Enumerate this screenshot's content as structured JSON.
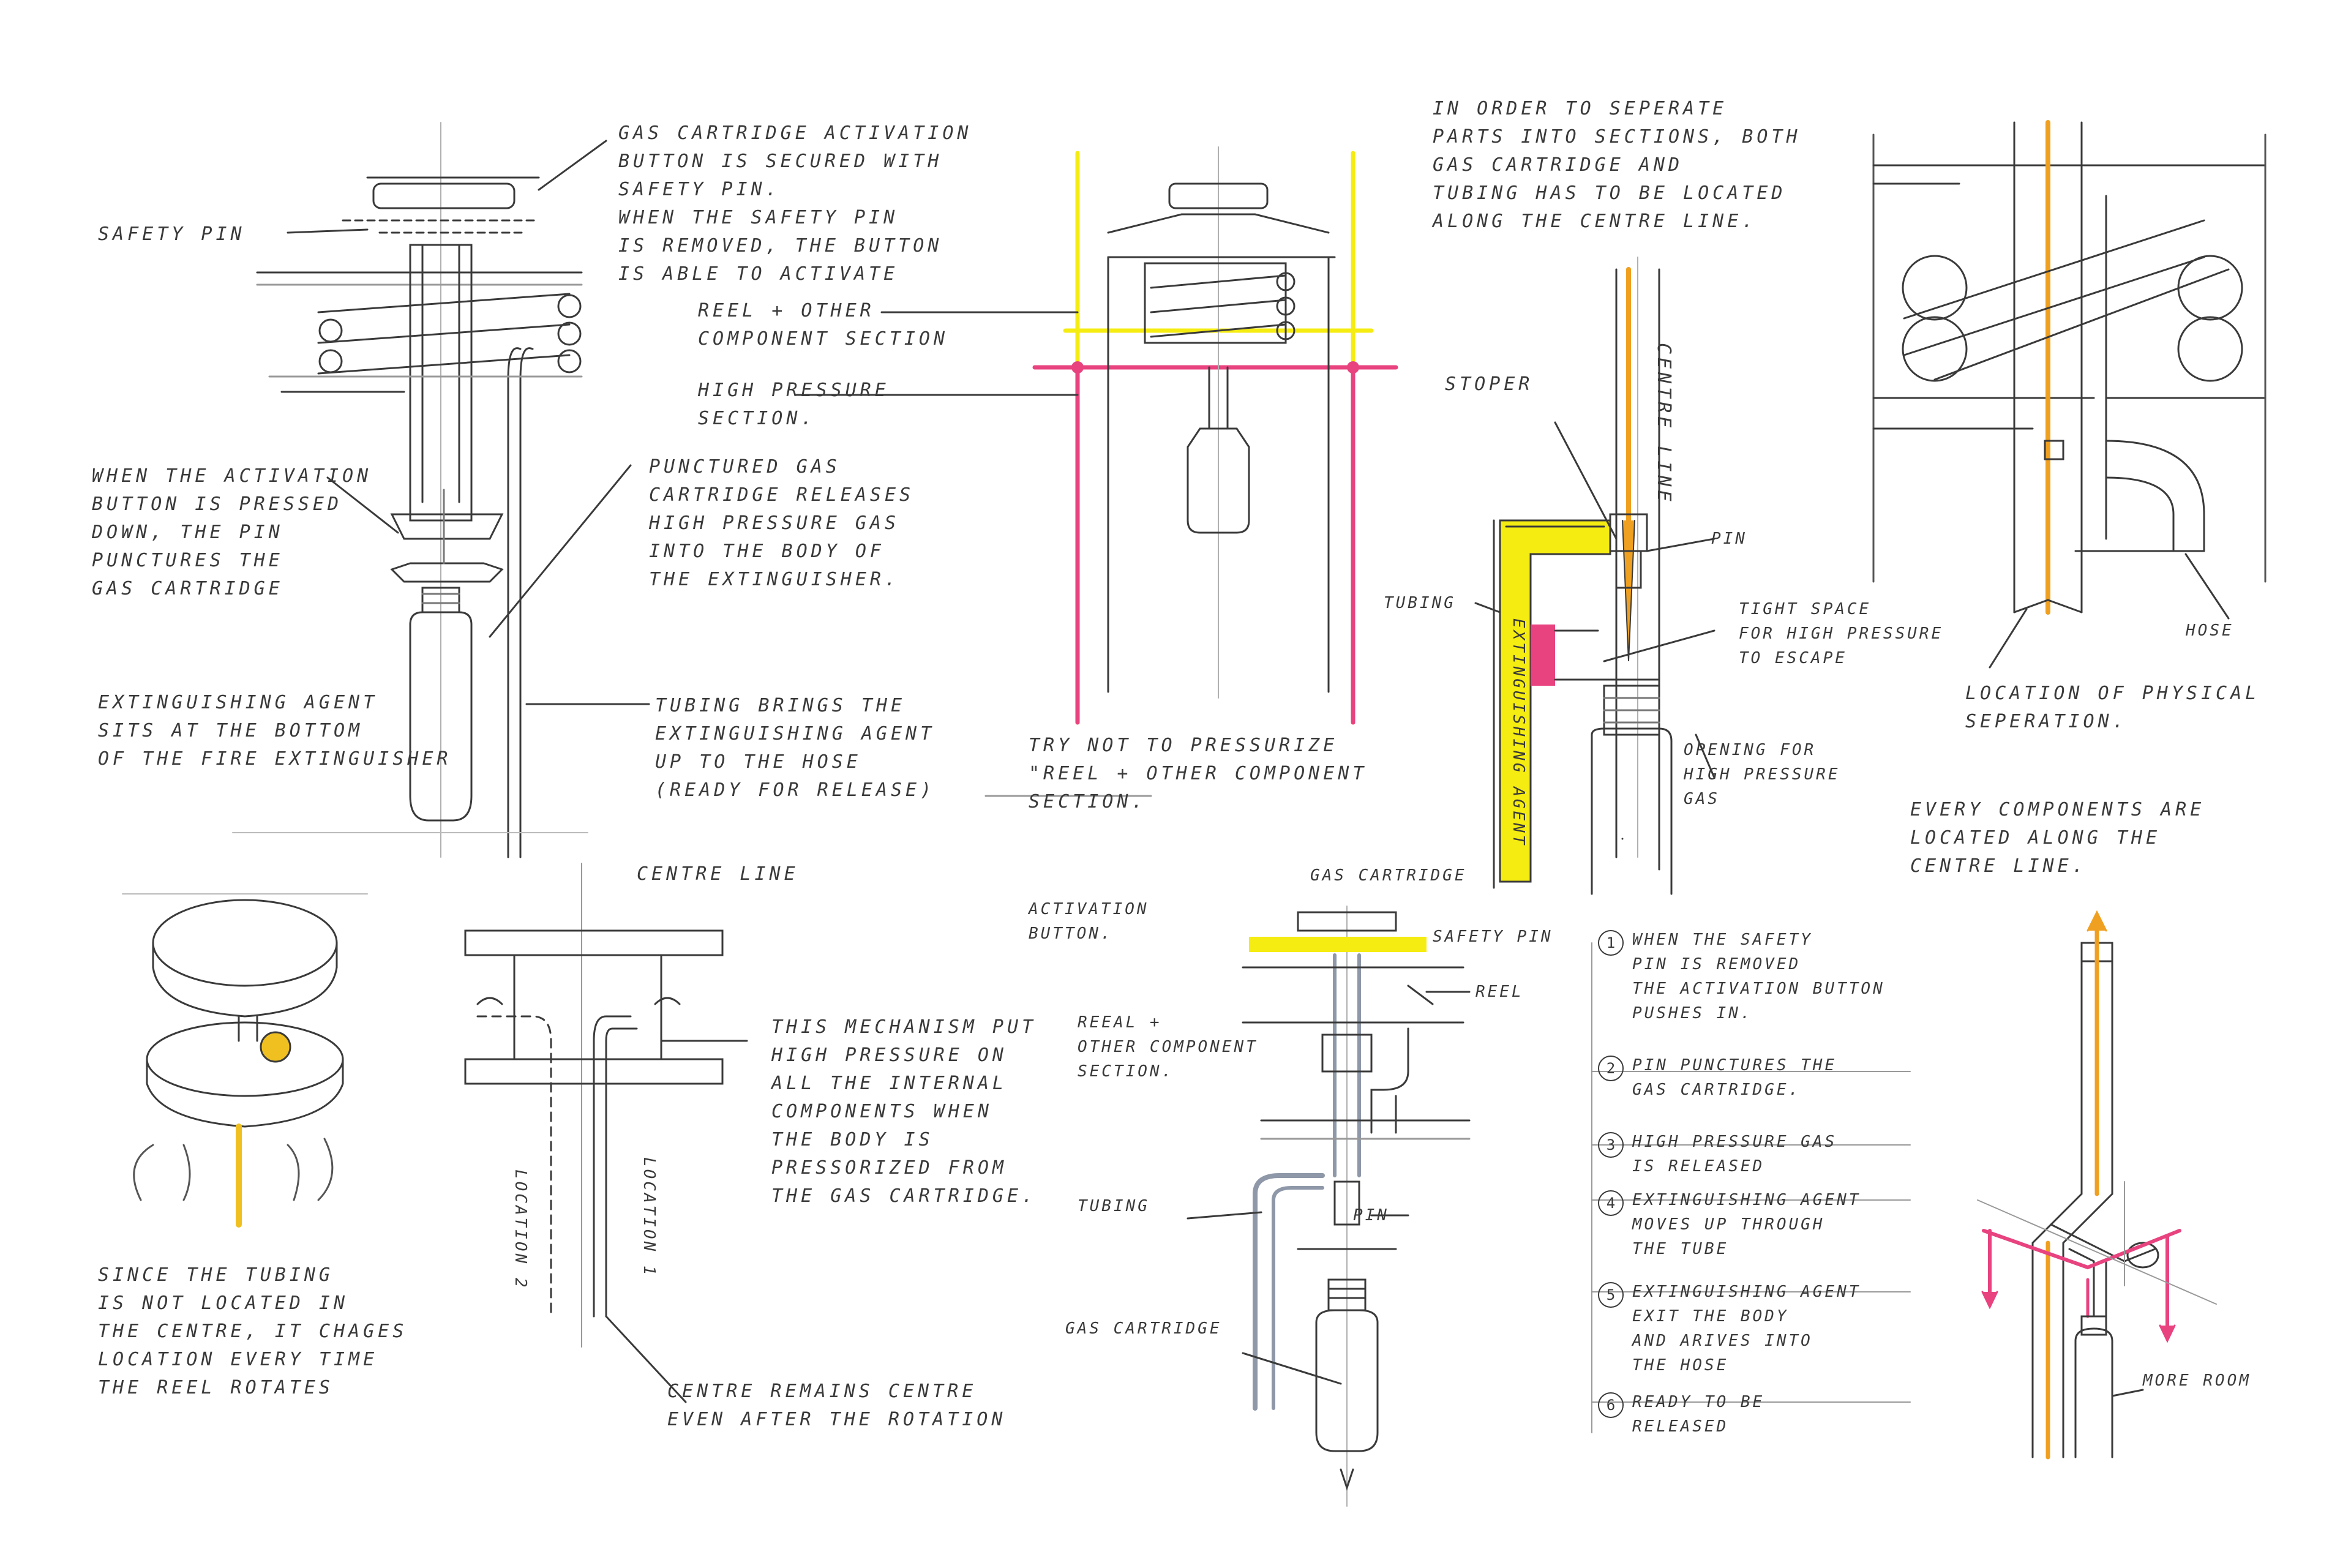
{
  "notes": {
    "gas_cartridge_button": "GAS CARTRIDGE ACTIVATION\nBUTTON IS SECURED WITH\nSAFETY PIN.\nWHEN THE SAFETY PIN\nIS REMOVED, THE BUTTON\nIS ABLE TO ACTIVATE",
    "safety_pin_1": "SAFETY PIN",
    "when_activation": "WHEN THE ACTIVATION\nBUTTON IS PRESSED\nDOWN, THE PIN\nPUNCTURES THE\nGAS CARTRIDGE",
    "punctured": "PUNCTURED GAS\nCARTRIDGE RELEASES\nHIGH PRESSURE GAS\nINTO THE BODY OF\nTHE EXTINGUISHER.",
    "extinguishing_agent_sits": "EXTINGUISHING AGENT\nSITS AT THE BOTTOM\nOF THE FIRE EXTINGUISHER",
    "tubing_brings": "TUBING BRINGS THE\nEXTINGUISHING AGENT\nUP TO THE HOSE\n(READY FOR RELEASE)",
    "reel_section": "REEL + OTHER\nCOMPONENT SECTION",
    "high_pressure_section": "HIGH PRESSURE\nSECTION.",
    "try_not": "TRY NOT TO PRESSURIZE\n\"REEL + OTHER COMPONENT\nSECTION.",
    "in_order": "IN ORDER TO SEPERATE\nPARTS INTO SECTIONS, BOTH\nGAS CARTRIDGE AND\nTUBING HAS TO BE LOCATED\nALONG THE CENTRE LINE.",
    "stoper": "STOPER",
    "centre_line_vertical": "CENTRE LINE",
    "pin_1": "PIN",
    "tubing_1": "TUBING",
    "extinguishing_agent_vertical": "EXTINGUISHING AGENT",
    "tight_space": "TIGHT SPACE\nFOR HIGH PRESSURE\nTO ESCAPE",
    "opening_for": "OPENING FOR\nHIGH PRESSURE\nGAS",
    "gas_cartridge_1": "GAS CARTRIDGE",
    "location_physical": "LOCATION OF PHYSICAL\nSEPERATION.",
    "hose": "HOSE",
    "every_components": "EVERY COMPONENTS ARE\nLOCATED ALONG THE\nCENTRE LINE.",
    "centre_line_2": "CENTRE LINE",
    "this_mechanism": "THIS MECHANISM PUT\nHIGH PRESSURE ON\nALL THE INTERNAL\nCOMPONENTS WHEN\nTHE BODY IS\nPRESSORIZED FROM\nTHE GAS CARTRIDGE.",
    "location_1": "LOCATION 1",
    "location_2": "LOCATION 2",
    "centre_remains": "CENTRE REMAINS CENTRE\nEVEN AFTER THE ROTATION",
    "since_tubing": "SINCE THE TUBING\nIS NOT LOCATED IN\nTHE CENTRE, IT CHAGES\nLOCATION EVERY TIME\nTHE REEL ROTATES",
    "activation_button": "ACTIVATION\nBUTTON.",
    "safety_pin_2": "SAFETY PIN",
    "reel": "REEL",
    "reel_other": "REEAL +\nOTHER COMPONENT\nSECTION.",
    "tubing_2": "TUBING",
    "pin_2": "PIN",
    "gas_cartridge_2": "GAS CARTRIDGE",
    "more_room": "MORE ROOM"
  },
  "steps": [
    {
      "num": "1",
      "text": "WHEN THE SAFETY\nPIN IS REMOVED\nTHE ACTIVATION BUTTON\nPUSHES IN."
    },
    {
      "num": "2",
      "text": "PIN PUNCTURES THE\nGAS CARTRIDGE."
    },
    {
      "num": "3",
      "text": "HIGH PRESSURE GAS\nIS RELEASED"
    },
    {
      "num": "4",
      "text": "EXTINGUISHING AGENT\nMOVES UP THROUGH\nTHE TUBE"
    },
    {
      "num": "5",
      "text": "EXTINGUISHING AGENT\nEXIT THE BODY\nAND ARIVES INTO\nTHE HOSE"
    },
    {
      "num": "6",
      "text": "READY TO BE\nRELEASED"
    }
  ],
  "colors": {
    "pencil": "#3a3a3a",
    "light_pencil": "#9a9a9a",
    "yellow_highlight": "#f5ec12",
    "magenta_highlight": "#e8437f",
    "orange_highlight": "#f0a020",
    "grey_marker": "#8e98a8"
  }
}
